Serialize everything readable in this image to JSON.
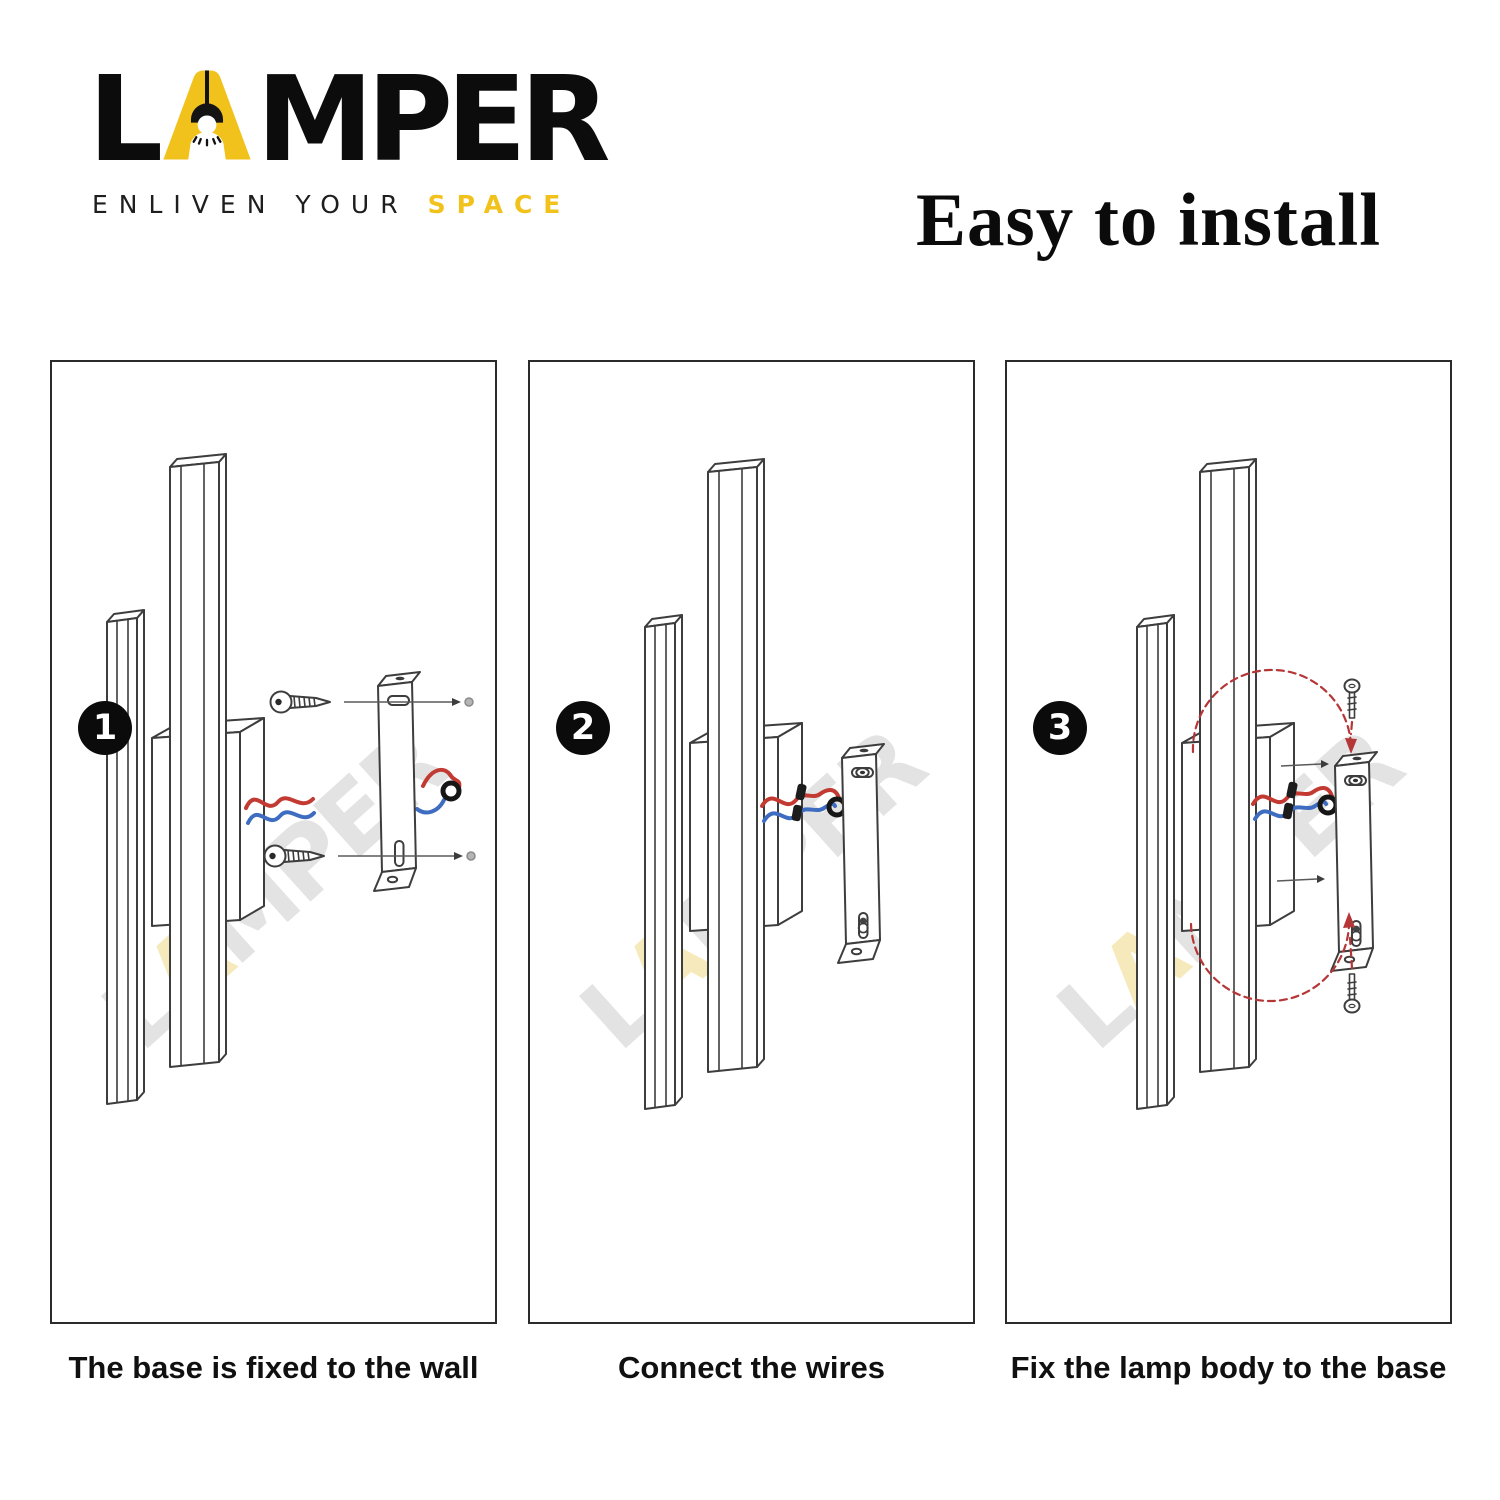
{
  "brand": {
    "letters": {
      "before_a": "L",
      "a": "A",
      "after_a": "MPER"
    },
    "tagline_dark": "ENLIVEN YOUR",
    "tagline_accent": "SPACE"
  },
  "heading": "Easy to install",
  "steps": [
    {
      "number": "1",
      "caption": "The base is fixed to the wall"
    },
    {
      "number": "2",
      "caption": "Connect the wires"
    },
    {
      "number": "3",
      "caption": "Fix the lamp body to the base"
    }
  ],
  "colors": {
    "brand_yellow": "#F2C21C",
    "ink": "#0C0C0C",
    "line_art": "#3D3D3D",
    "wire_red": "#C23A31",
    "wire_blue": "#3E6CC0",
    "guide_red": "#B53636",
    "watermark_gray": "#E3E3E3",
    "watermark_yellow": "#F6E9BB",
    "anchor_dot": "#B5B5B5"
  }
}
